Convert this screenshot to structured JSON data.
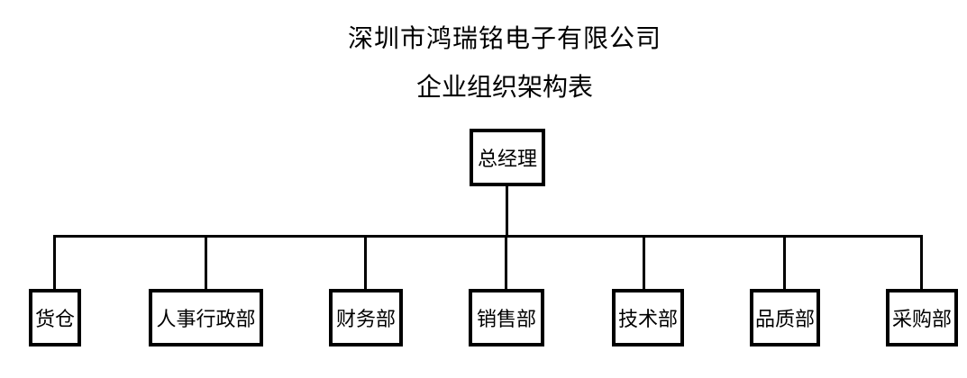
{
  "header": {
    "company_name": "深圳市鸿瑞铭电子有限公司",
    "chart_title": "企业组织架构表"
  },
  "org": {
    "root": {
      "label": "总经理"
    },
    "departments": [
      {
        "label": "货仓"
      },
      {
        "label": "人事行政部"
      },
      {
        "label": "财务部"
      },
      {
        "label": "销售部"
      },
      {
        "label": "技术部"
      },
      {
        "label": "品质部"
      },
      {
        "label": "采购部"
      }
    ]
  },
  "colors": {
    "line": "#000000",
    "text": "#000000",
    "background": "#ffffff"
  }
}
